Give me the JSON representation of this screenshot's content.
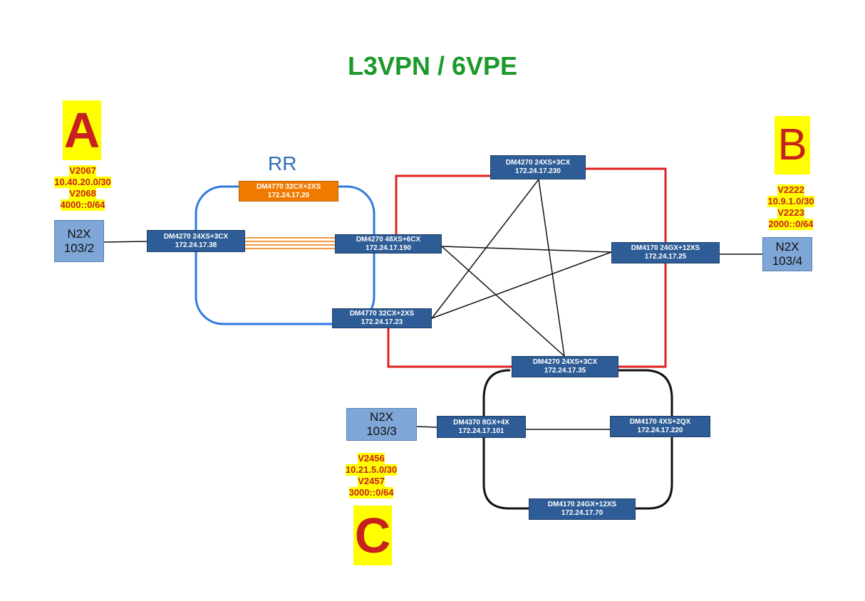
{
  "title": "L3VPN / 6VPE",
  "rr_label": "RR",
  "routers": {
    "r38": {
      "model": "DM4270 24XS+3CX",
      "ip": "172.24.17.38"
    },
    "r20": {
      "model": "DM4770 32CX+2XS",
      "ip": "172.24.17.20"
    },
    "r190": {
      "model": "DM4270 48XS+6CX",
      "ip": "172.24.17.190"
    },
    "r23": {
      "model": "DM4770 32CX+2XS",
      "ip": "172.24.17.23"
    },
    "r230": {
      "model": "DM4270 24XS+3CX",
      "ip": "172.24.17.230"
    },
    "r25": {
      "model": "DM4170 24GX+12XS",
      "ip": "172.24.17.25"
    },
    "r35": {
      "model": "DM4270 24XS+3CX",
      "ip": "172.24.17.35"
    },
    "r101": {
      "model": "DM4370 8GX+4X",
      "ip": "172.24.17.101"
    },
    "r220": {
      "model": "DM4170 4XS+2QX",
      "ip": "172.24.17.220"
    },
    "r70": {
      "model": "DM4170 24GX+12XS",
      "ip": "172.24.17.70"
    }
  },
  "n2x": {
    "a": {
      "name": "N2X",
      "port": "103/2"
    },
    "b": {
      "name": "N2X",
      "port": "103/4"
    },
    "c": {
      "name": "N2X",
      "port": "103/3"
    }
  },
  "sites": {
    "a": {
      "letter": "A",
      "lines": [
        "V2067",
        "10.40.20.0/30",
        "V2068",
        "4000::0/64"
      ]
    },
    "b": {
      "letter": "B",
      "lines": [
        "V2222",
        "10.9.1.0/30",
        "V2223",
        "2000::0/64"
      ]
    },
    "c": {
      "letter": "C",
      "lines": [
        "V2456",
        "10.21.5.0/30",
        "V2457",
        "3000::0/64"
      ]
    }
  },
  "colors": {
    "title": "#1a9a2a",
    "rr_ring": "#2f78e0",
    "core_ring": "#e02020",
    "access_ring": "#111111",
    "rr_links": "#f07a00",
    "router_fill": "#2d5c96",
    "rr_router_fill": "#f07a00",
    "n2x_fill": "#7ea6d6",
    "highlight": "#ffff00",
    "site_text": "#c8201e"
  }
}
